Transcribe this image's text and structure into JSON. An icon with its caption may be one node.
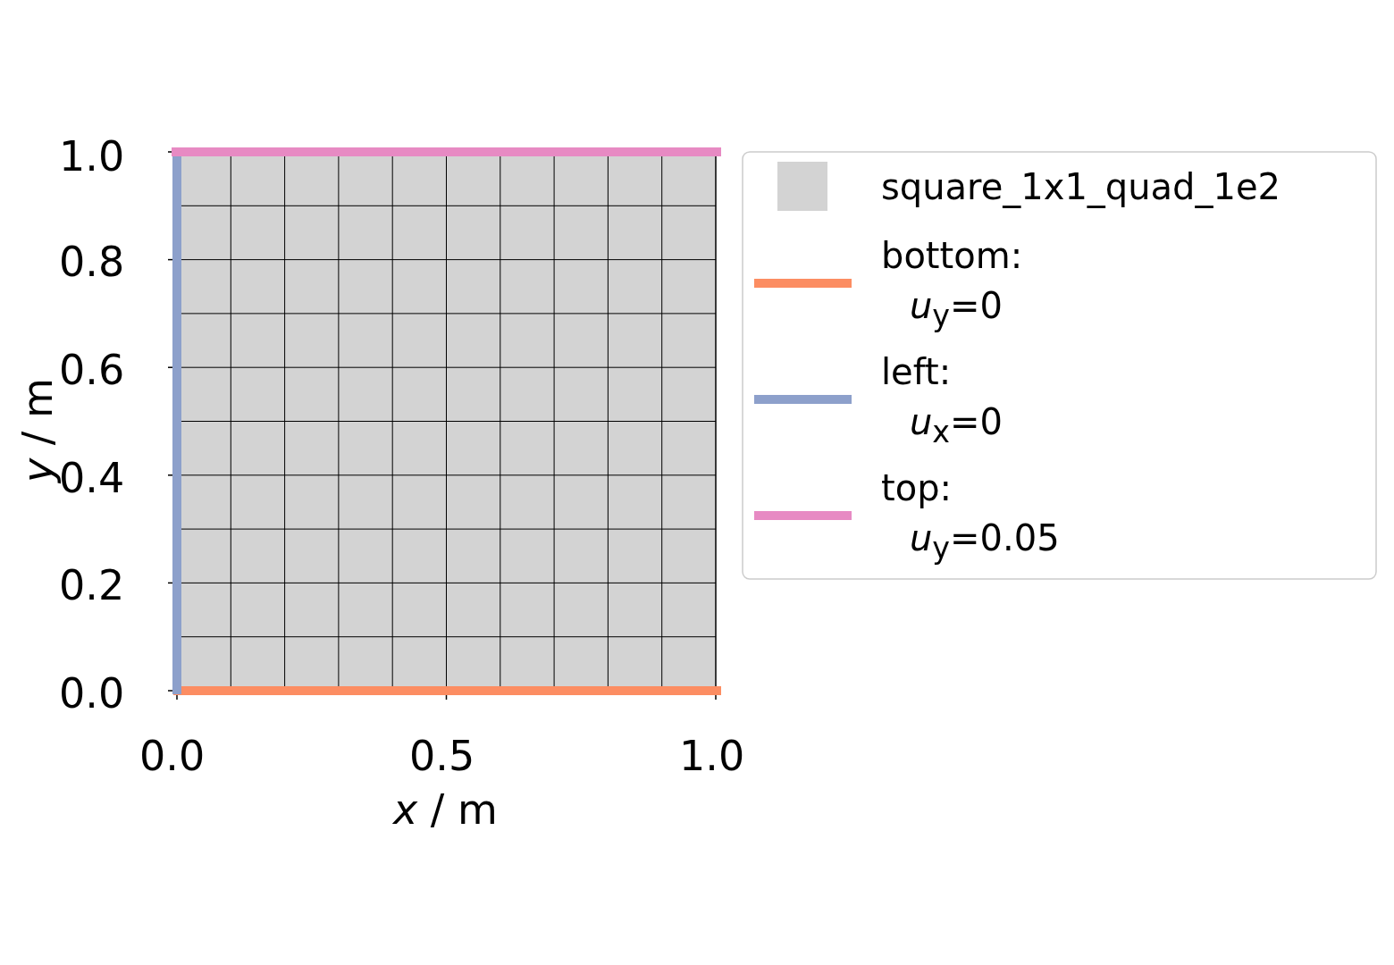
{
  "diagram": {
    "labels": [
      "*y* / m",
      "1.0",
      "0.8",
      "0.6",
      "0.4",
      "0.2",
      "0.0",
      "0.0",
      "0.5",
      "1.0",
      "*x* / m"
    ],
    "legend": [
      {
        "text": "square_1x1_quad_1e2",
        "color": "#d3d3d3"
      },
      {
        "text": "bottom: *u*$_{y}$=0"
      },
      {
        "text": "left: *u*$_{x}$=0"
      },
      {
        "text": "top: *u*$_{y}$=0.05"
      }
    ]
  }
}
